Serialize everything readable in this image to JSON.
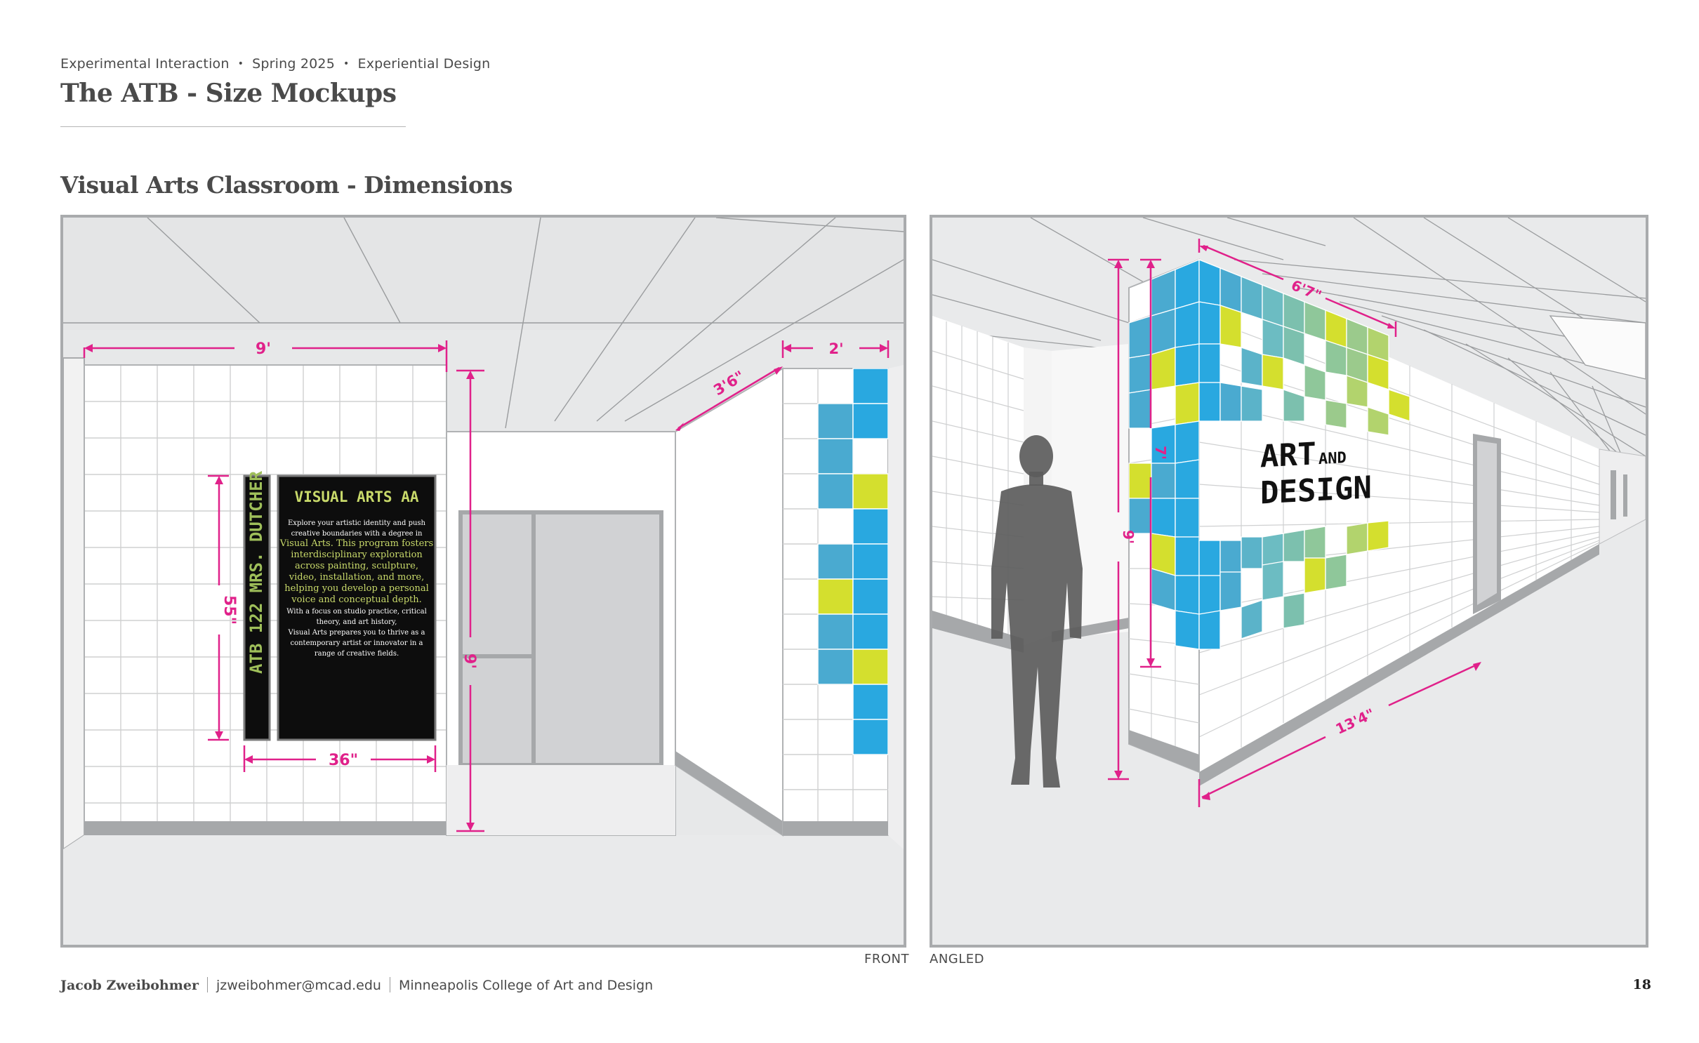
{
  "header": {
    "course": "Experimental Interaction",
    "term": "Spring 2025",
    "track": "Experiential Design",
    "title": "The ATB - Size Mockups"
  },
  "section": {
    "title": "Visual Arts Classroom - Dimensions"
  },
  "front_view": {
    "caption": "FRONT",
    "dimensions": {
      "wall_width": "9'",
      "wall_height": "9'",
      "sign_height": "55\"",
      "sign_width": "36\"",
      "corner_depth": "3'6\"",
      "column_width": "2'"
    },
    "room_sign": {
      "vertical_label": "ATB 122  MRS. DUTCHER",
      "heading": "VISUAL ARTS AA",
      "body_lines": [
        "Explore your artistic identity and push",
        "creative boundaries with a degree in",
        "Visual Arts. This program fosters",
        "interdisciplinary exploration",
        "across painting, sculpture,",
        "video, installation, and more,",
        "helping you develop a personal",
        "voice and conceptual depth.",
        "With a focus on studio practice, critical",
        "theory, and art history,",
        "Visual Arts prepares you to thrive as a",
        "contemporary artist or innovator in a",
        "range of creative fields."
      ]
    }
  },
  "angled_view": {
    "caption": "ANGLED",
    "dimensions": {
      "top_width": "6'7\"",
      "mural_height": "7'",
      "wall_height": "9'",
      "wall_length": "13'4\""
    },
    "mural_text_line1": "ART",
    "mural_text_small": "AND",
    "mural_text_line2": "DESIGN"
  },
  "colors": {
    "dimension": "#e0218a",
    "tile_blue": "#29a8e0",
    "tile_lightblue": "#4aaad0",
    "tile_lime": "#d4df2e",
    "tile_green": "#8fc79a",
    "sign_bg": "#0d0d0d",
    "sign_text": "#c8d96a"
  },
  "footer": {
    "name": "Jacob Zweibohmer",
    "email": "jzweibohmer@mcad.edu",
    "school": "Minneapolis College of Art and Design",
    "page": "18"
  }
}
